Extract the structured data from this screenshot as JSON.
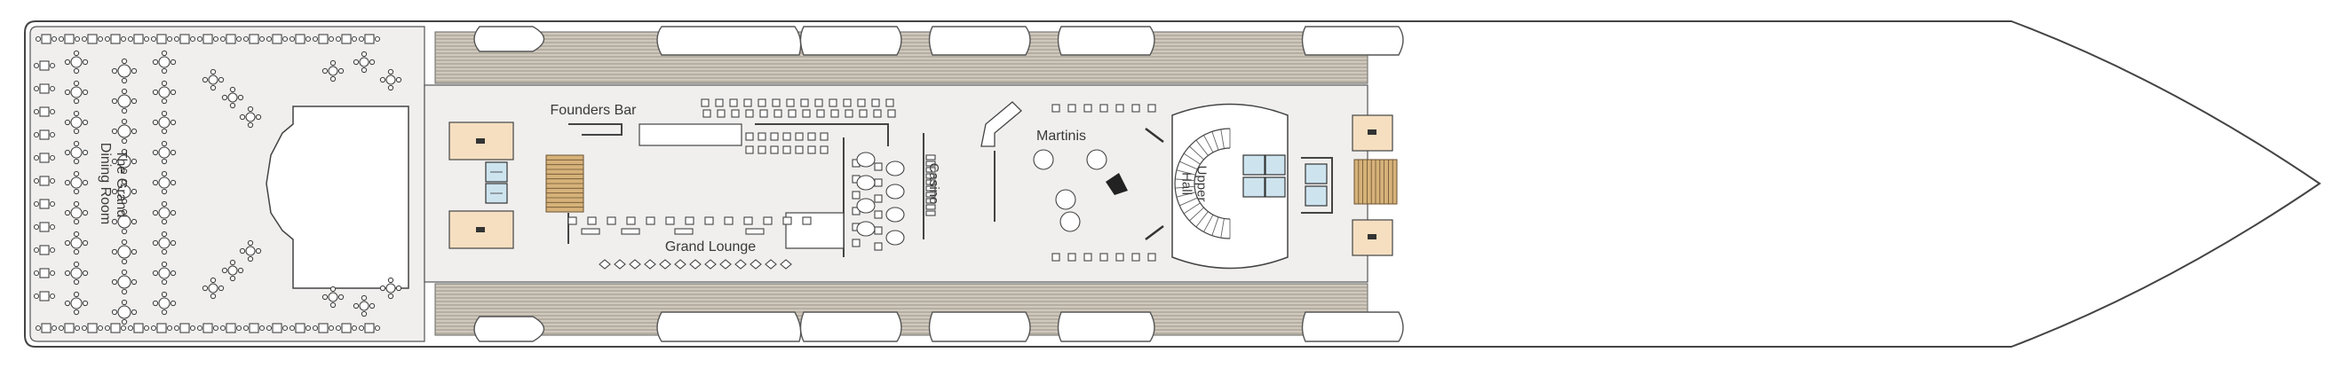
{
  "deck_plan": {
    "venues": [
      {
        "id": "grand-dining-room",
        "label": "The Grand Dining Room"
      },
      {
        "id": "founders-bar",
        "label": "Founders Bar"
      },
      {
        "id": "grand-lounge",
        "label": "Grand Lounge"
      },
      {
        "id": "casino",
        "label": "Casino"
      },
      {
        "id": "martinis",
        "label": "Martinis"
      },
      {
        "id": "upper-hall",
        "label": "Upper Hall"
      }
    ],
    "colors": {
      "floor": "#f0efee",
      "deck": "#cfc8bc",
      "hull": "#ffffff",
      "elevator": "#cde4ef",
      "stairs": "#d6b27a",
      "stairwell": "#f6dfc0"
    }
  }
}
